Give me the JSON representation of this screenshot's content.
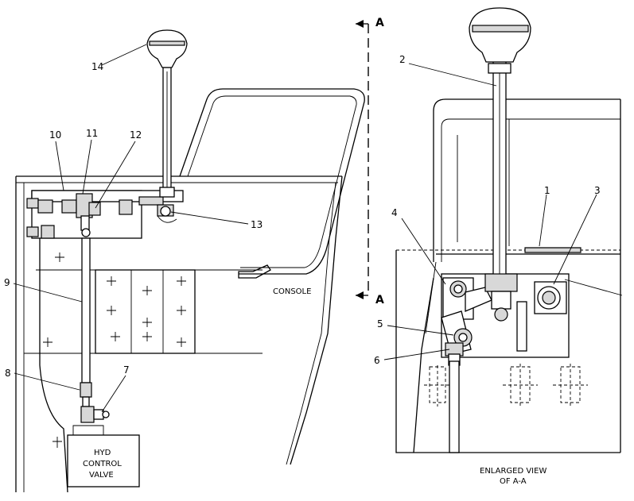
{
  "section": {
    "top": "A",
    "bottom": "A"
  },
  "callouts": {
    "n1": "1",
    "n2": "2",
    "n3": "3",
    "n4": "4",
    "n5": "5",
    "n6": "6",
    "n7": "7",
    "n8": "8",
    "n9": "9",
    "n10": "10",
    "n11": "11",
    "n12": "12",
    "n13": "13",
    "n14": "14"
  },
  "captions": {
    "console": "CONSOLE",
    "valve_line1": "HYD",
    "valve_line2": "CONTROL",
    "valve_line3": "VALVE",
    "enlarged_line1": "ENLARGED VIEW",
    "enlarged_line2": "OF A-A"
  }
}
